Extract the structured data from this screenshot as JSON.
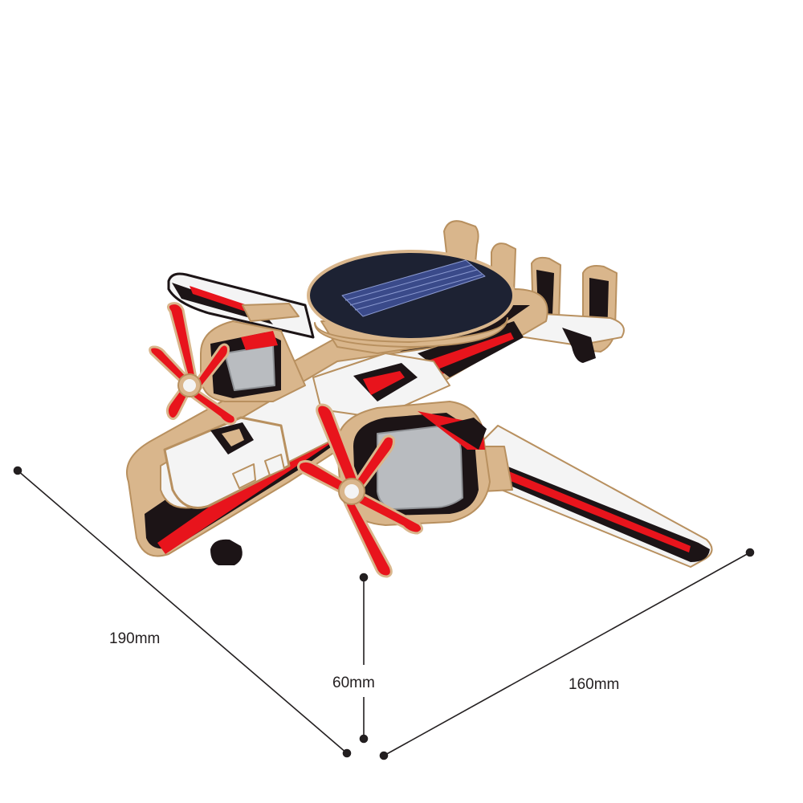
{
  "dimensions": {
    "length": "190mm",
    "height": "60mm",
    "width": "160mm"
  },
  "colors": {
    "plywood": "#d9b68c",
    "plywood_edge": "#b8905f",
    "black": "#1c1416",
    "red": "#e8141c",
    "white": "#f4f4f4",
    "grey": "#b9bcc0",
    "solar_panel": "#1d2233",
    "solar_cell": "#3a4a8a",
    "dimension_line": "#231f20"
  }
}
